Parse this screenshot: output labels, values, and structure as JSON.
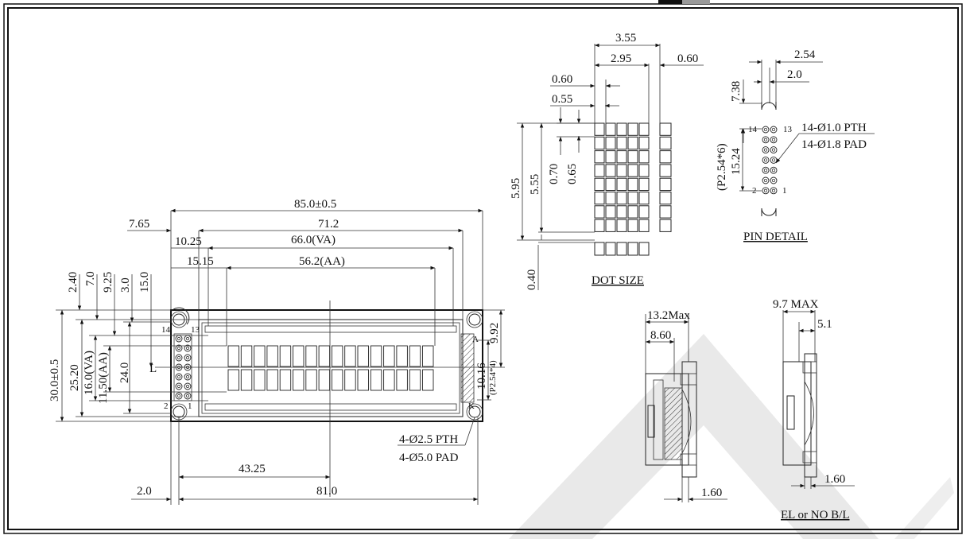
{
  "colors": {
    "ink": "#111111",
    "paper": "#ffffff",
    "watermark": "#e6e6e6"
  },
  "front": {
    "overall_width": "85.0±0.5",
    "width_71_2": "71.2",
    "va_width": "66.0(VA)",
    "aa_width": "56.2(AA)",
    "left_7_65": "7.65",
    "left_10_25": "10.25",
    "left_15_15": "15.15",
    "v_2_40": "2.40",
    "v_7_0": "7.0",
    "v_9_25": "9.25",
    "v_3_0": "3.0",
    "v_15_0": "15.0",
    "overall_height": "30.0±0.5",
    "h_25_20": "25.20",
    "va_height": "16.0(VA)",
    "aa_height": "11.50(AA)",
    "h_24_0": "24.0",
    "right_9_92": "9.92",
    "right_10_16": "10.16",
    "right_pitch": "(P2.54*4)",
    "bottom_43_25": "43.25",
    "bottom_81_0": "81.0",
    "bottom_2_0": "2.0",
    "hole_pth": "4-Ø2.5 PTH",
    "hole_pad": "4-Ø5.0 PAD",
    "pin_14": "14",
    "pin_13": "13",
    "pin_2": "2",
    "pin_1": "1",
    "l_label": "L",
    "a_label": "A",
    "k_label": "K"
  },
  "dot": {
    "d_3_55": "3.55",
    "d_2_95": "2.95",
    "d_0_60_top": "0.60",
    "d_0_60_left": "0.60",
    "d_0_55": "0.55",
    "d_5_95": "5.95",
    "d_5_55": "5.55",
    "d_0_70": "0.70",
    "d_0_65": "0.65",
    "d_0_40": "0.40",
    "title": "DOT SIZE"
  },
  "pin": {
    "d_2_54": "2.54",
    "d_2_0": "2.0",
    "d_7_38": "7.38",
    "d_15_24": "15.24",
    "d_pitch": "(P2.54*6)",
    "pth": "14-Ø1.0 PTH",
    "pad": "14-Ø1.8 PAD",
    "p14": "14",
    "p13": "13",
    "p2": "2",
    "p1": "1",
    "title": "PIN DETAIL"
  },
  "side_a": {
    "max_thickness": "13.2Max",
    "d_8_60": "8.60",
    "d_1_60": "1.60"
  },
  "side_b": {
    "max_thickness": "9.7 MAX",
    "d_5_1": "5.1",
    "d_1_60": "1.60",
    "title": "EL or NO B/L"
  }
}
